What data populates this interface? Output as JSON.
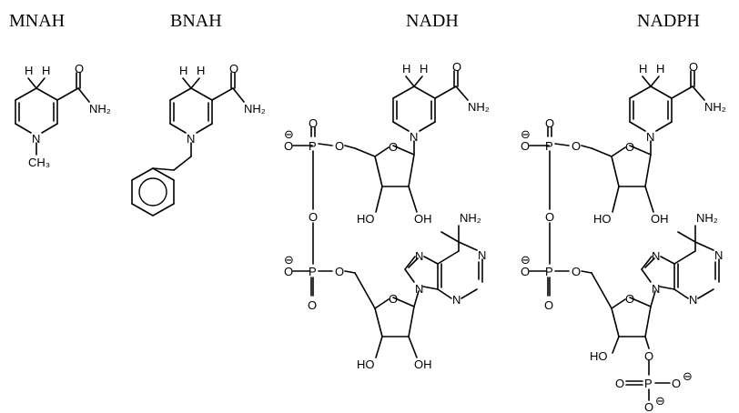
{
  "titles": {
    "mnah": "MNAH",
    "bnah": "BNAH",
    "nadh": "NADH",
    "nadph": "NADPH"
  },
  "atoms": {
    "H": "H",
    "O": "O",
    "N": "N",
    "P": "P",
    "NH2": "NH₂",
    "CH3": "CH₃",
    "HO": "HO",
    "OH": "OH",
    "minus": "⊖"
  },
  "colors": {
    "ink": "#000000",
    "background": "#ffffff"
  }
}
